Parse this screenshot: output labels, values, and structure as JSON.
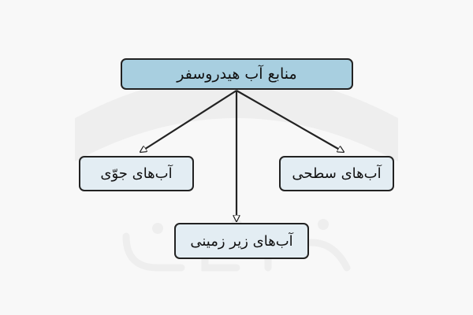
{
  "diagram": {
    "root": {
      "label": "منابع آب هیدروسفر",
      "fill": "#a8cfe0"
    },
    "children": [
      {
        "id": "atmospheric",
        "label": "آب‌های جوّی",
        "fill": "#e3edf3"
      },
      {
        "id": "ground",
        "label": "آب‌های زیر زمینی",
        "fill": "#e3edf3"
      },
      {
        "id": "surface",
        "label": "آب‌های سطحی",
        "fill": "#e3edf3"
      }
    ],
    "edges": [
      {
        "from": "root",
        "to": "atmospheric"
      },
      {
        "from": "root",
        "to": "ground"
      },
      {
        "from": "root",
        "to": "surface"
      }
    ],
    "line_color": "#222222",
    "background": "#f8f8f8"
  }
}
